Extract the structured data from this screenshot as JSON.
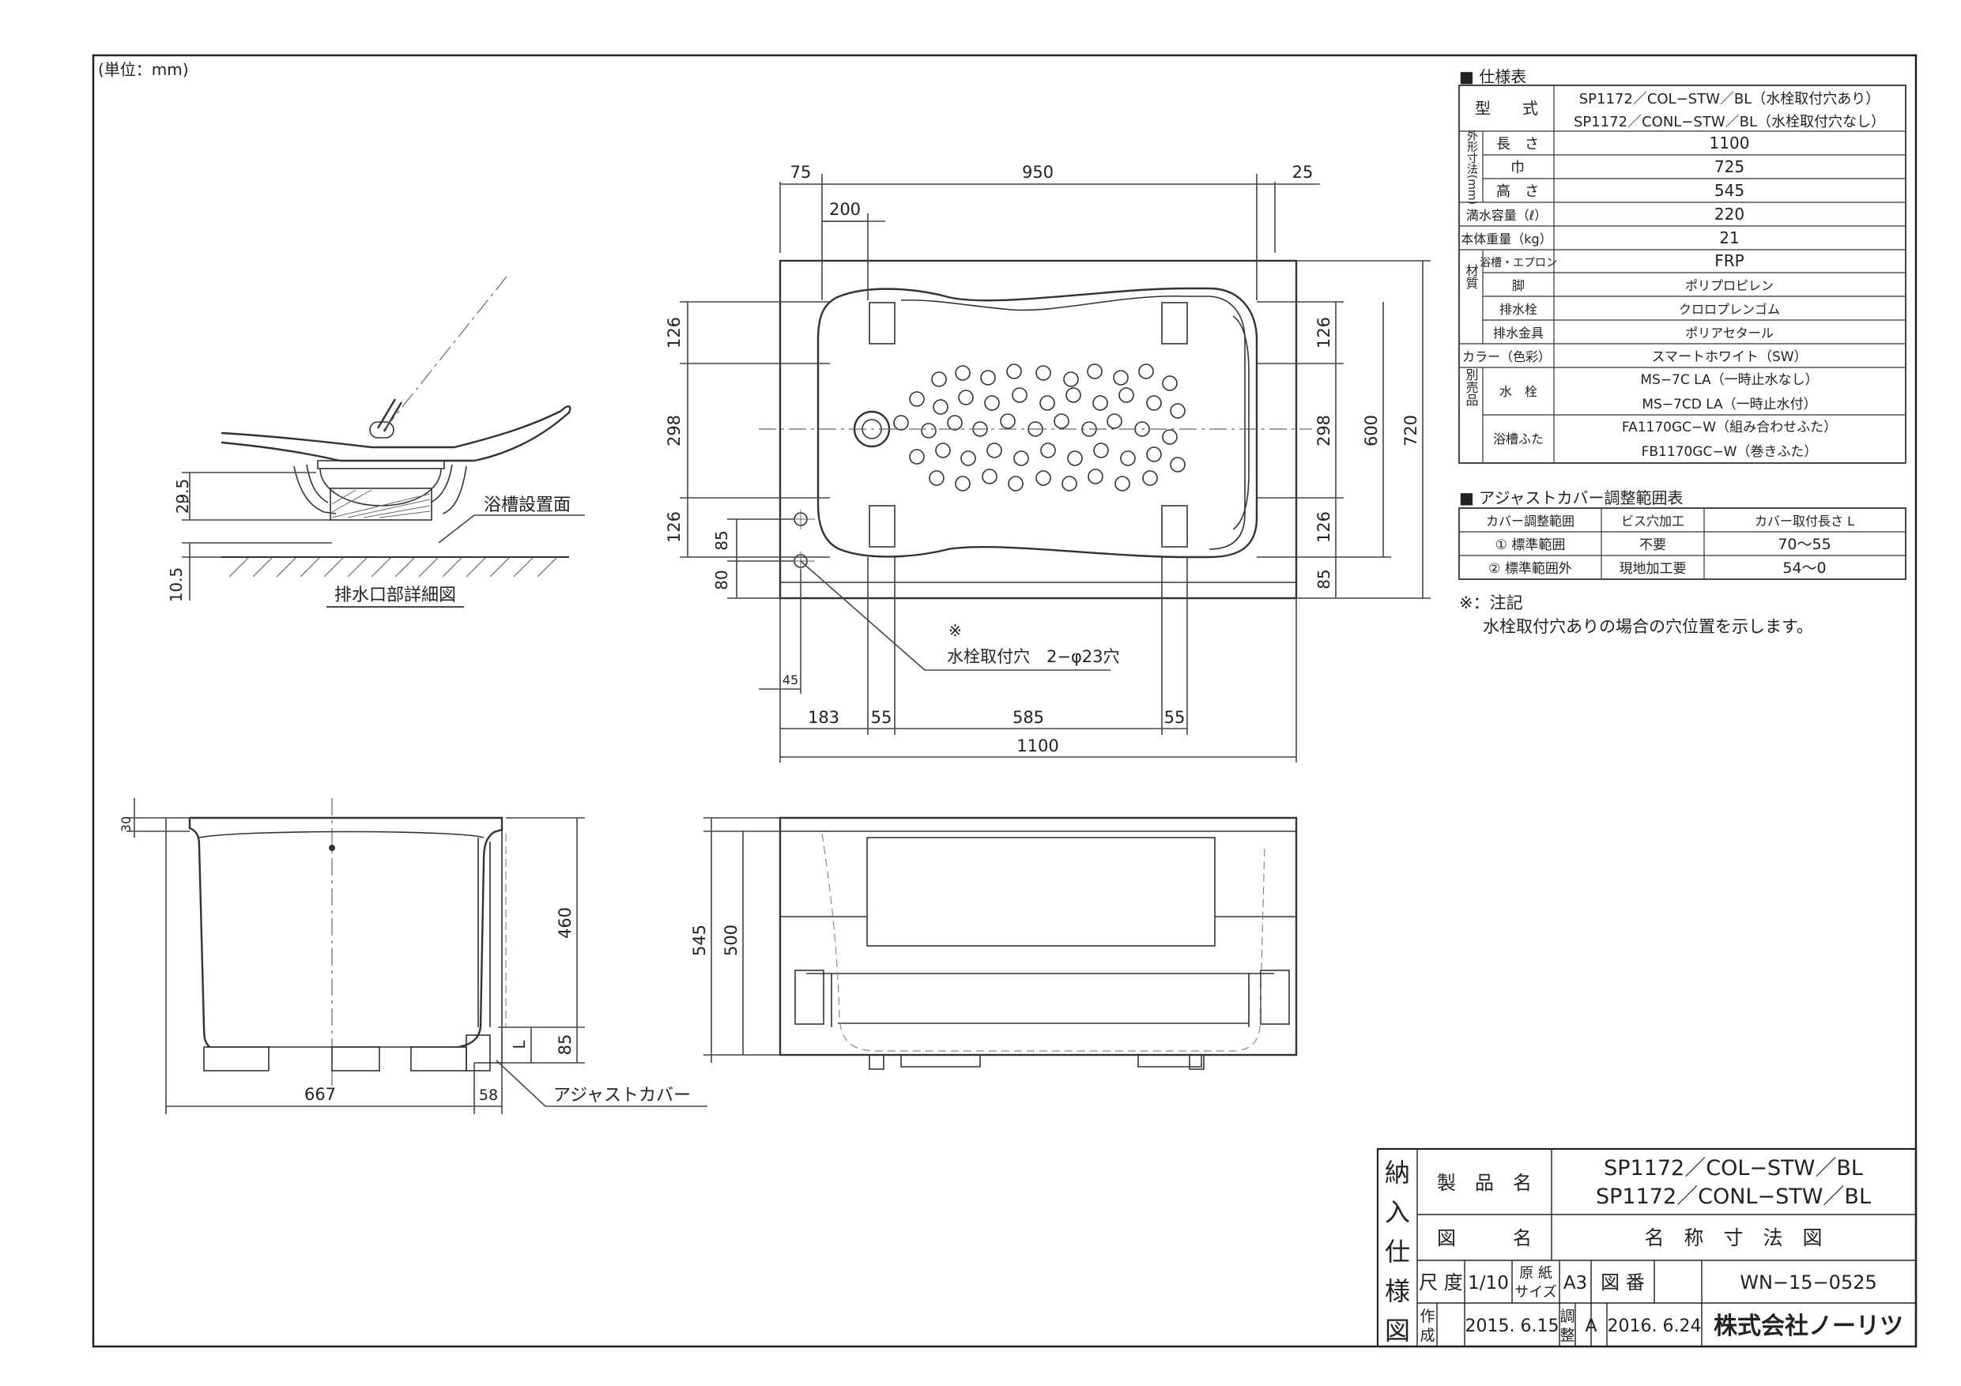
{
  "unit_note": "(単位：mm)",
  "spec": {
    "heading": "■ 仕様表",
    "model_label": "型　　式",
    "model_values": [
      "SP1172／COL−STW／BL（水栓取付穴あり）",
      "SP1172／CONL−STW／BL（水栓取付穴なし）"
    ],
    "dims_group": "外形寸法(mm)",
    "length_label": "長　さ",
    "length": "1100",
    "width_label": "巾",
    "width": "725",
    "height_label": "高　さ",
    "height": "545",
    "capacity_label": "満水容量（ℓ）",
    "capacity": "220",
    "weight_label": "本体重量（kg）",
    "weight": "21",
    "material_group": "材質",
    "mat1_label": "浴槽・エプロン",
    "mat1": "FRP",
    "mat2_label": "脚",
    "mat2": "ポリプロピレン",
    "mat3_label": "排水栓",
    "mat3": "クロロプレンゴム",
    "mat4_label": "排水金具",
    "mat4": "ポリアセタール",
    "color_label": "カラー（色彩）",
    "color": "スマートホワイト（SW）",
    "sold_group": "別売品",
    "faucet_label": "水　栓",
    "faucet1": "MS−7C LA（一時止水なし）",
    "faucet2": "MS−7CD LA（一時止水付）",
    "cover_label": "浴槽ふた",
    "cover1": "FA1170GC−W（組み合わせふた）",
    "cover2": "FB1170GC−W（巻きふた）"
  },
  "adjust": {
    "heading": "■ アジャストカバー調整範囲表",
    "h1": "カバー調整範囲",
    "h2": "ビス穴加工",
    "h3": "カバー取付長さ L",
    "r1c1": "① 標準範囲",
    "r1c2": "不要",
    "r1c3": "70〜55",
    "r2c1": "② 標準範囲外",
    "r2c2": "現地加工要",
    "r2c3": "54〜0"
  },
  "notes": {
    "n1": "※：注記",
    "n2": "水栓取付穴ありの場合の穴位置を示します。"
  },
  "drain": {
    "title": "排水口部詳細図",
    "floor": "浴槽設置面",
    "d1": "29.5",
    "d2": "10.5"
  },
  "plan": {
    "dims": [
      "75",
      "950",
      "25",
      "200",
      "126",
      "298",
      "126",
      "126",
      "298",
      "126",
      "600",
      "720",
      "85",
      "80",
      "85",
      "45",
      "183",
      "55",
      "585",
      "55",
      "1100"
    ],
    "mark": "※",
    "hole": "水栓取付穴　2−φ23穴"
  },
  "side": {
    "dims": [
      "30",
      "460",
      "85",
      "L",
      "667",
      "58"
    ],
    "cover": "アジャストカバー"
  },
  "front": {
    "dims": [
      "545",
      "500"
    ]
  },
  "title_block": {
    "vertical": [
      "納",
      "入",
      "仕",
      "様",
      "図"
    ],
    "product_label": "製　品　名",
    "product1": "SP1172／COL−STW／BL",
    "product2": "SP1172／CONL−STW／BL",
    "drawing_label": "図　　　名",
    "drawing": "名　称　寸　法　図",
    "scale_label": "尺 度",
    "scale": "1/10",
    "paper_label1": "原 紙",
    "paper_label2": "サイズ",
    "paper": "A3",
    "number_label": "図 番",
    "number": "WN−15−0525",
    "made_label1": "作",
    "made_label2": "成",
    "made": "2015. 6.15",
    "rev_label1": "調",
    "rev_label2": "整",
    "rev": "A",
    "rev_date": "2016. 6.24",
    "company": "株式会社ノーリツ"
  }
}
